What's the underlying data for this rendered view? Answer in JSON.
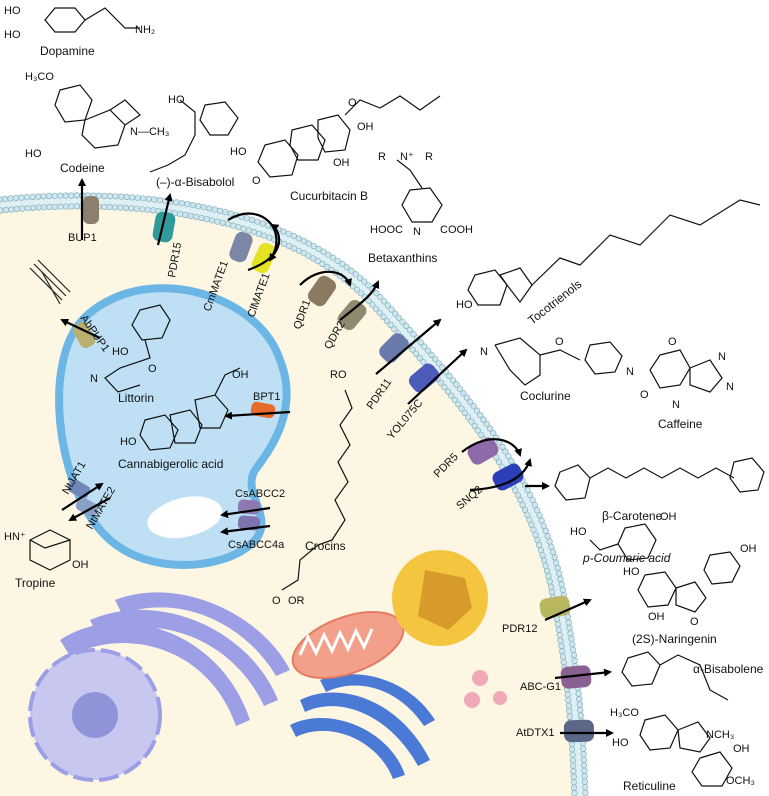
{
  "compounds": {
    "dopamine": "Dopamine",
    "codeine": "Codeine",
    "bisabolol": "(–)-α-Bisabolol",
    "cucurbitacin": "Cucurbitacin B",
    "betaxanthins": "Betaxanthins",
    "tocotrienols": "Tocotrienols",
    "coclurine": "Coclurine",
    "caffeine": "Caffeine",
    "carotene": "β-Carotene",
    "coumaric": "p-Coumaric acid",
    "naringenin": "(2S)-Naringenin",
    "bisabolene": "α-Bisabolene",
    "reticuline": "Reticuline",
    "littorin": "Littorin",
    "cannabigerolic": "Cannabigerolic acid",
    "crocins": "Crocins",
    "tropine": "Tropine"
  },
  "transporters": {
    "bup1": "BUP1",
    "pdr15": "PDR15",
    "cmmate1": "CmMATE1",
    "clmate1": "ClMATE1",
    "qdr1": "QDR1",
    "qdr2": "QDR2",
    "pdr11": "PDR11",
    "yol075c": "YOL075C",
    "pdr5": "PDR5",
    "snq2": "SNQ2",
    "pdr12": "PDR12",
    "abcg1": "ABC-G1",
    "atdtx1": "AtDTX1",
    "abpup1": "AbPUP1",
    "bpt1": "BPT1",
    "csabcc2": "CsABCC2",
    "csabcc4a": "CsABCC4a",
    "ntjat1": "NtJAT1",
    "ntmate2": "NtMATE2"
  },
  "colors": {
    "cytoplasm": "#fdf6e3",
    "vacuole": "#bfe0f4",
    "vacuole_edge": "#6cb6e6",
    "membrane_bead": "#cfe6ee",
    "golgi": "#9d9fe6",
    "nucleus": "#c7c7f0",
    "mito": "#f2a08a",
    "er": "#4a7ad6",
    "vesicle": "#f0a9b6",
    "lipid_droplet": "#e8a92a",
    "pdr15": "#2e9a9a",
    "bup1": "#8b7f6e",
    "cmmate1": "#7c86a6",
    "clmate1": "#e3e223",
    "qdr": "#8a7a62",
    "pdr11": "#6a7aaa",
    "yol075c": "#4d5cba",
    "pdr5": "#8d6aa8",
    "snq2": "#2c3fb8",
    "pdr12": "#b8b760",
    "abcg1": "#8a5f92",
    "atdtx1": "#5b6787",
    "bpt1": "#e66a2a",
    "abpup1": "#b7b070",
    "csabcc": "#8e78b0",
    "nt": "#8aa0c6"
  }
}
